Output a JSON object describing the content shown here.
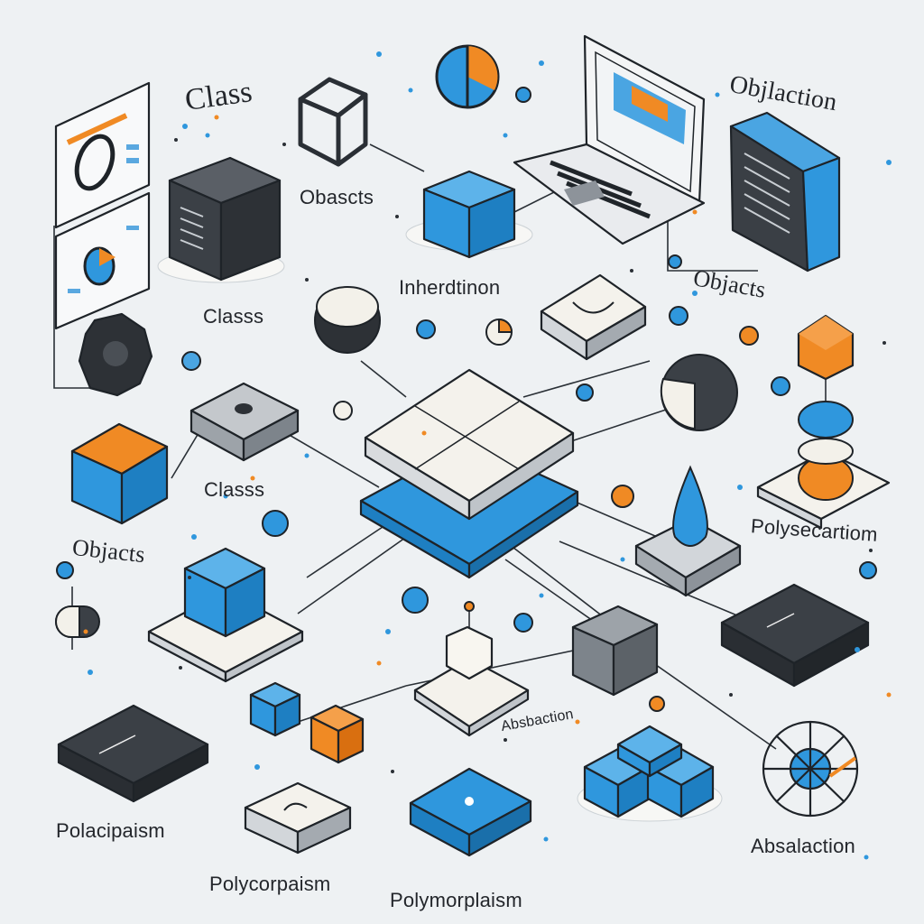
{
  "labels": {
    "class_top": "Class",
    "class_mid": "Classs",
    "class_low": "Classs",
    "obasscts": "Obascts",
    "inheritance": "Inherdtinon",
    "objlaction": "Objlaction",
    "objacts_right": "Objacts",
    "objacts_left": "Objacts",
    "polysecation": "Polysecartiom",
    "absbaction": "Absbaction",
    "absalaction": "Absalaction",
    "polacipaism": "Polacipaism",
    "polycorpaism": "Polycorpaism",
    "polymorplaism": "Polymorplaism"
  },
  "colors": {
    "background": "#eef1f3",
    "blue": "#2f97dd",
    "orange": "#f08a24",
    "dark": "#3d4247",
    "outline": "#1e2328",
    "white": "#f4f2ec"
  },
  "icons": [
    "laptop-icon",
    "server-icon",
    "cube-icon",
    "pie-chart-icon",
    "target-icon",
    "gear-icon",
    "drop-icon",
    "sphere-icon"
  ]
}
